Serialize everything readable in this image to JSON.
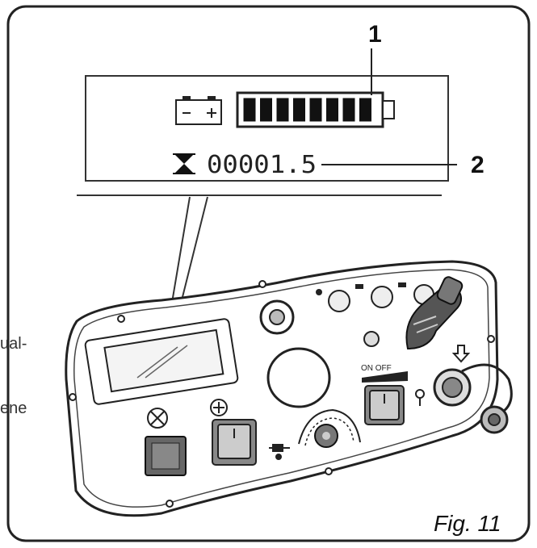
{
  "callouts": {
    "one": "1",
    "two": "2"
  },
  "display": {
    "hour_counter": "00001.5",
    "battery_bars_filled": 8,
    "battery_bars_total": 8
  },
  "figure_label": "Fig. 11",
  "panel": {
    "switch_label": "ON OFF"
  },
  "cut_off_text": {
    "line1": "ual-",
    "line2": "ene"
  },
  "icons": {
    "battery": "battery-icon",
    "battery_gauge": "battery-gauge-icon",
    "hourglass": "hourglass-icon"
  },
  "colors": {
    "ink": "#111111",
    "frame": "#333333"
  }
}
